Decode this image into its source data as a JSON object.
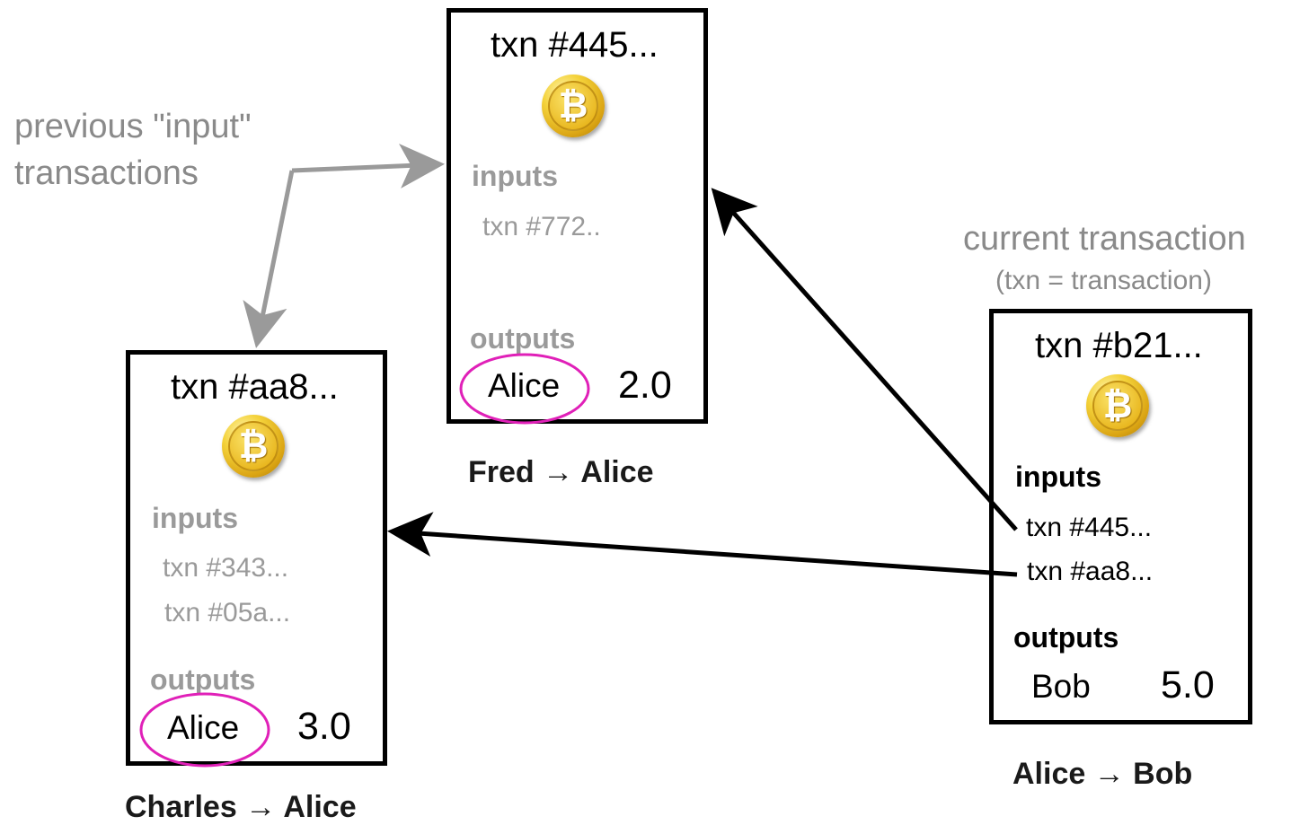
{
  "annotations": {
    "previous_inputs_line1": "previous \"input\"",
    "previous_inputs_line2": "transactions",
    "current_title": "current transaction",
    "current_subtitle": "(txn = transaction)"
  },
  "transactions": {
    "t445": {
      "title": "txn #445...",
      "inputs_label": "inputs",
      "inputs": [
        "txn #772.."
      ],
      "outputs_label": "outputs",
      "output_name": "Alice",
      "output_value": "2.0",
      "caption": "Fred → Alice"
    },
    "taa8": {
      "title": "txn #aa8...",
      "inputs_label": "inputs",
      "inputs": [
        "txn #343...",
        "txn #05a..."
      ],
      "outputs_label": "outputs",
      "output_name": "Alice",
      "output_value": "3.0",
      "caption": "Charles → Alice"
    },
    "tb21": {
      "title": "txn #b21...",
      "inputs_label": "inputs",
      "inputs": [
        "txn #445...",
        "txn #aa8..."
      ],
      "outputs_label": "outputs",
      "output_name": "Bob",
      "output_value": "5.0",
      "caption": "Alice → Bob"
    }
  },
  "icons": {
    "coin": "bitcoin-coin-icon",
    "coin_glyph": "₿"
  },
  "colors": {
    "box_border": "#000000",
    "inactive_text": "#9a9a9a",
    "highlight_ellipse": "#e020b8",
    "link_arrow": "#000000",
    "previous_arrow": "#9a9a9a"
  }
}
